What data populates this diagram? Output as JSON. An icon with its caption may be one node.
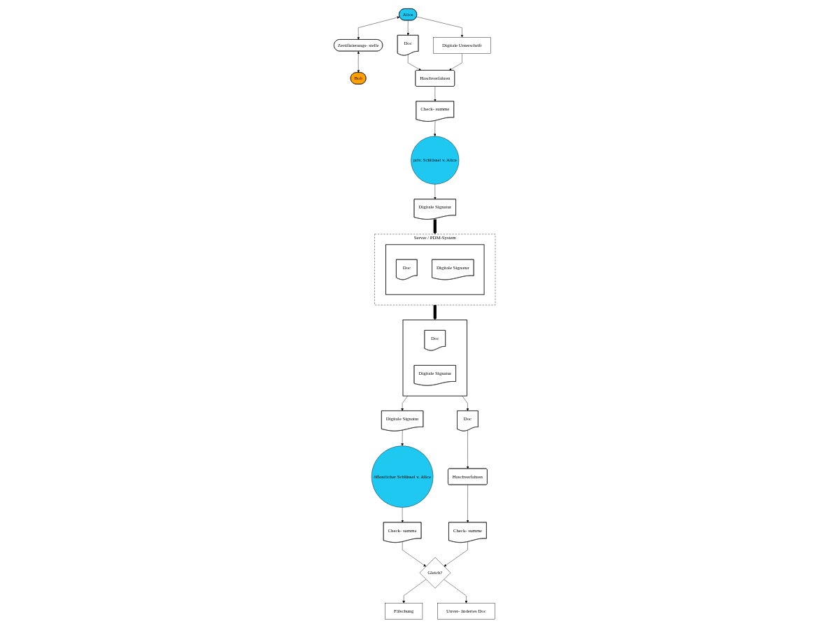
{
  "diagram": {
    "nodes": [
      {
        "text": [
          "Alice"
        ]
      },
      {
        "text": [
          "Zertifizierungs- stelle"
        ]
      },
      {
        "text": [
          "Bob"
        ]
      },
      {
        "text": [
          "Doc"
        ]
      },
      {
        "text": [
          "Digitale Unterschrift"
        ]
      },
      {
        "text": [
          "Fälschung"
        ]
      },
      {
        "text": [
          "Gleich?"
        ]
      },
      {
        "text": [
          "Unver- ändertes Doc"
        ]
      },
      {
        "text": [
          "Haschverfahren"
        ]
      },
      {
        "text": [
          "Check- summe"
        ]
      },
      {
        "text": [
          "Check- summe"
        ]
      },
      {
        "text": [
          "Check- summe"
        ]
      },
      {
        "text": [
          "öffentlicher Schlüssel v. Alice"
        ]
      },
      {
        "text": [
          "Haschverfahren"
        ]
      },
      {
        "text": [
          "priv. Schlüssel v. Alice"
        ]
      },
      {
        "text": [
          "Digitale Signatur"
        ]
      },
      {
        "text": [
          "Doc"
        ]
      },
      {
        "text": [
          "Server / PDM-System"
        ]
      },
      {
        "text": [],
        "shape": "box",
        "in": 17
      },
      {
        "text": [
          "Doc"
        ],
        "in": 18
      },
      {
        "text": [
          "Digitale Signatur"
        ],
        "in": 18
      },
      {
        "text": [
          "Digitale Signatur"
        ]
      },
      {
        "text": [],
        "shape": "box"
      },
      {
        "text": [
          "Doc"
        ],
        "in": 22
      },
      {
        "text": [
          "Digitale Signatur"
        ],
        "in": 22
      }
    ],
    "edges": [
      {
        "from": 0,
        "to": 1,
        "arrow": "both"
      },
      {
        "from": 1,
        "to": 2,
        "arrow": "both"
      },
      {
        "from": 0,
        "to": 3,
        "arrow": "to"
      },
      {
        "from": 0,
        "to": 4,
        "arrow": "to"
      },
      {
        "from": 3,
        "to": 8,
        "arrow": "to"
      },
      {
        "from": 4,
        "to": 8,
        "arrow": "to"
      },
      {
        "from": 8,
        "to": 11,
        "arrow": "to"
      },
      {
        "from": 11,
        "to": 14,
        "arrow": "to"
      },
      {
        "from": 14,
        "to": 21,
        "arrow": "to"
      },
      {
        "from": 21,
        "to": 17,
        "arrow": "to",
        "style": "thick"
      },
      {
        "from": 17,
        "to": 22,
        "arrow": "to",
        "style": "thick"
      },
      {
        "from": 22,
        "to": 15,
        "arrow": "to"
      },
      {
        "from": 22,
        "to": 16,
        "arrow": "to"
      },
      {
        "from": 15,
        "to": 12,
        "arrow": "to"
      },
      {
        "from": 12,
        "to": 9,
        "arrow": "to"
      },
      {
        "from": 16,
        "to": 13,
        "arrow": "to"
      },
      {
        "from": 13,
        "to": 10,
        "arrow": "to"
      },
      {
        "from": 9,
        "to": 6,
        "arrow": "to"
      },
      {
        "from": 10,
        "to": 6,
        "arrow": "to"
      },
      {
        "from": 6,
        "to": 5,
        "arrow": "to"
      },
      {
        "from": 6,
        "to": 7,
        "arrow": "to"
      }
    ]
  }
}
